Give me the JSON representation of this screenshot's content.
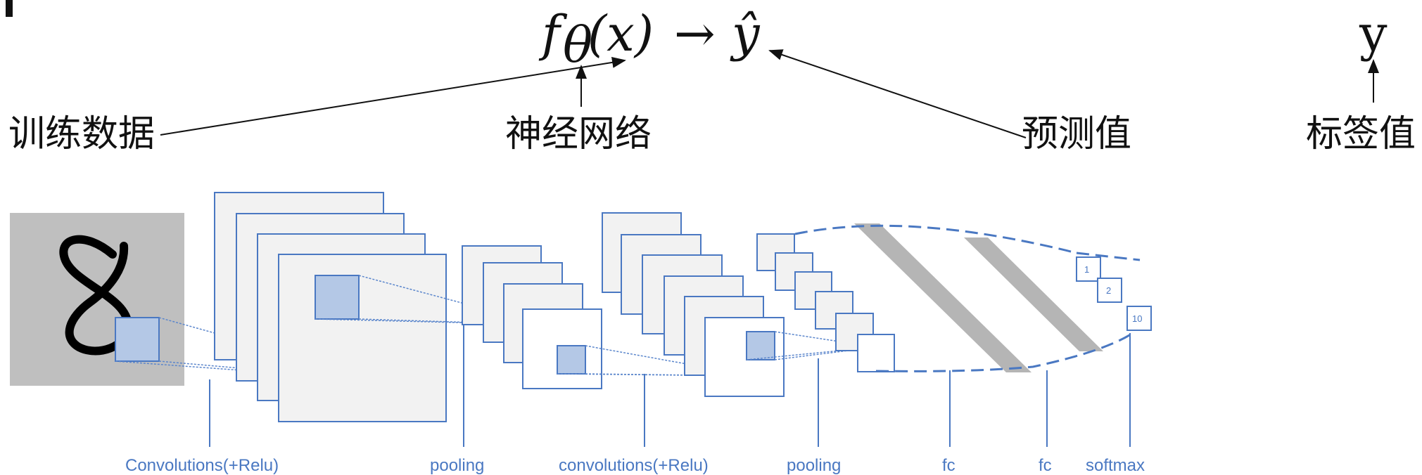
{
  "formula": {
    "function": "f",
    "subscript": "θ",
    "argument": "(x)",
    "arrow": "→",
    "output": "ŷ"
  },
  "label_value": "y",
  "annotations": {
    "training_data": "训练数据",
    "neural_network": "神经网络",
    "prediction": "预测值",
    "label": "标签值"
  },
  "input_digit": "8",
  "output_nodes": [
    "1",
    "2",
    "10"
  ],
  "layer_labels": {
    "conv1": "Convolutions(+Relu)",
    "pool1": "pooling",
    "conv2": "convolutions(+Relu)",
    "pool2": "pooling",
    "fc1": "fc",
    "fc2": "fc",
    "softmax": "softmax"
  },
  "colors": {
    "accent": "#4a78c2",
    "map_fill": "#f2f2f2",
    "kernel_fill": "#b4c8e6",
    "input_bg": "#bfbfbf",
    "fc_band": "#b5b5b5"
  }
}
